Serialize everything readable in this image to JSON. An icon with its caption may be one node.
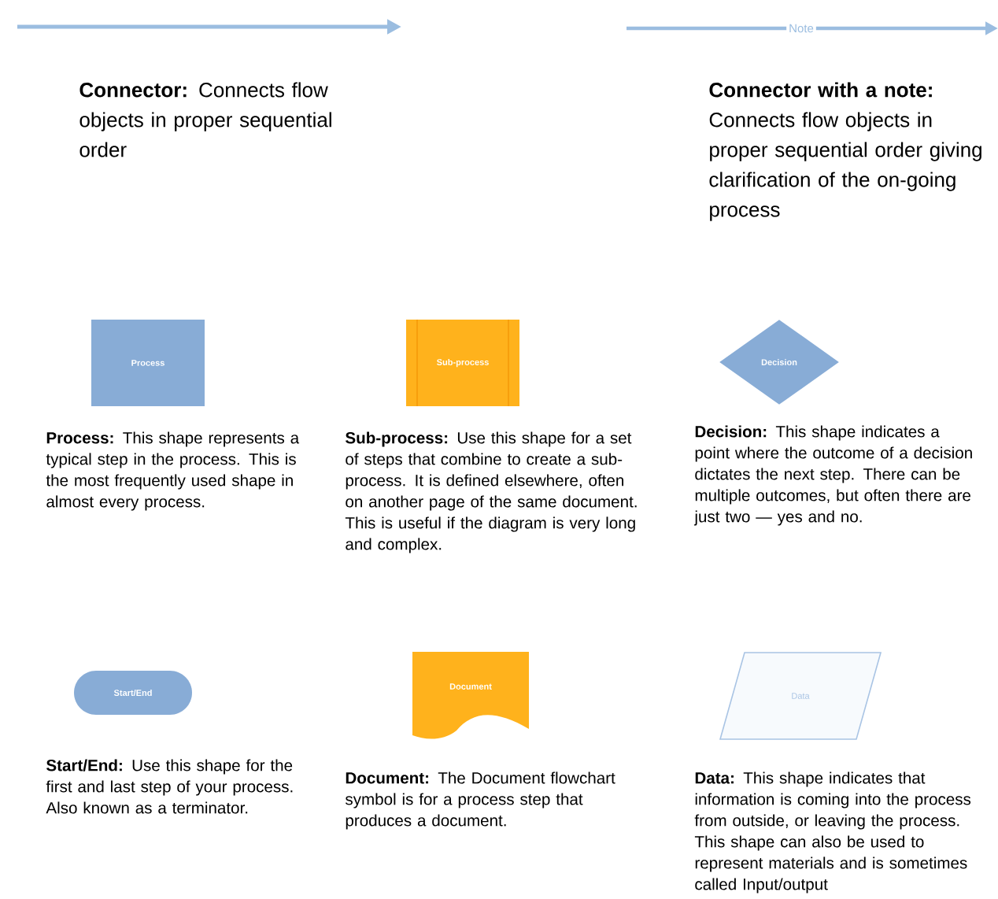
{
  "diagram": {
    "nodes": [
      {
        "text": [
          "Process"
        ],
        "beside": [
          "**Process:** This shape represents a typical step in the process. This is the most frequently used shape in almost every process."
        ]
      },
      {
        "text": [
          "Sub-process"
        ],
        "beside": [
          "**Sub-process:** Use this shape for a set of steps that combine to create a sub-process. It is defined elsewhere, often on another page of the same document. This is useful if the diagram is very long and complex."
        ]
      },
      {
        "text": [
          "Decision"
        ],
        "beside": [
          "**Decision:** This shape indicates a point where the outcome of a decision dictates the next step. There can be multiple outcomes, but often there are just two — yes and no."
        ]
      },
      {
        "text": [
          "Start/End"
        ],
        "beside": [
          "**Start/End:** Use this shape for the first and last step of your process. Also known as a terminator."
        ]
      },
      {
        "text": [
          "Document"
        ],
        "beside": [
          "**Document:** The Document flowchart symbol is for a process step that produces a document."
        ]
      },
      {
        "text": [
          "Data"
        ],
        "beside": [
          "**Data:** This shape indicates that information is coming into the process from outside, or leaving the process. This shape can also be used to represent materials and is sometimes called Input/output"
        ]
      }
    ],
    "labels": [
      "Note",
      "**Connector:** Connects flow objects in proper sequential order",
      "**Connector with a note:** Connects flow objects in proper sequential order giving clarification of the on-going process"
    ]
  }
}
